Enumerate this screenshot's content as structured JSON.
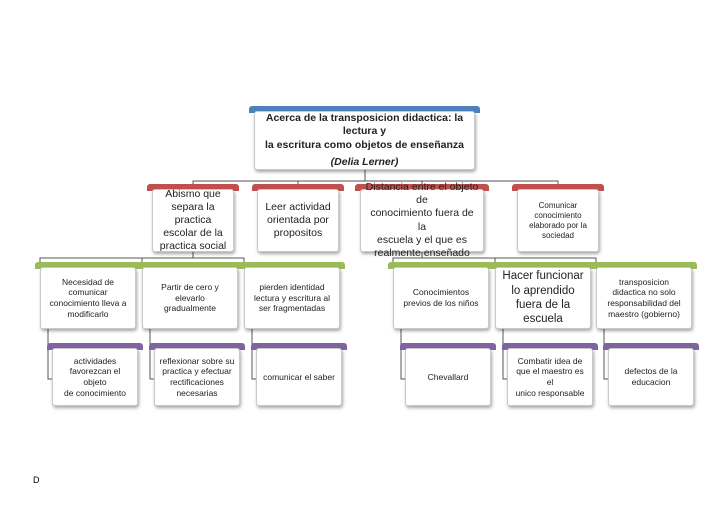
{
  "colors": {
    "root_tab": "#4f81bd",
    "level1_tab": "#c0504d",
    "level2_tab": "#9bbb59",
    "level3_tab": "#8064a2",
    "connector": "#555555"
  },
  "root": {
    "title": "Acerca de la transposicion didactica: la lectura y\nla escritura  como objetos de enseñanza",
    "subtitle": "(Delia Lerner)"
  },
  "level1": [
    {
      "label": "Abismo que\nsepara la practica\nescolar de la\npractica  social"
    },
    {
      "label": "Leer actividad\norientada por\npropositos"
    },
    {
      "label": "Distancia entre el objeto de\nconocimiento  fuera de la\nescuela y el que es\nrealmente enseñado"
    },
    {
      "label": "Comunicar\nconocimiento\nelaborado por la\nsociedad"
    }
  ],
  "level2": [
    {
      "label": "Necesidad de\ncomunicar\nconocimiento lleva a\nmodificarlo"
    },
    {
      "label": "Partir de cero y\nelevarlo\ngradualmente"
    },
    {
      "label": "pierden identidad\nlectura y escritura al\nser fragmentadas"
    },
    {
      "label": "Conocimientos\nprevios de los niños"
    },
    {
      "label": "Hacer funcionar\nlo aprendido\nfuera de la\nescuela"
    },
    {
      "label": "transposicion\ndidactica no solo\nresponsabilidad del\nmaestro (gobierno)"
    }
  ],
  "level3": [
    {
      "label": "actividades\nfavorezcan el objeto\nde conocimiento"
    },
    {
      "label": "reflexionar sobre su\npractica  y efectuar\nrectificaciones\nnecesarias"
    },
    {
      "label": "comunicar el saber"
    },
    {
      "label": "Chevallard"
    },
    {
      "label": "Combatir idea de\nque el maestro es el\nunico responsable"
    },
    {
      "label": "defectos de la\neducacion"
    }
  ],
  "footnote": "D"
}
